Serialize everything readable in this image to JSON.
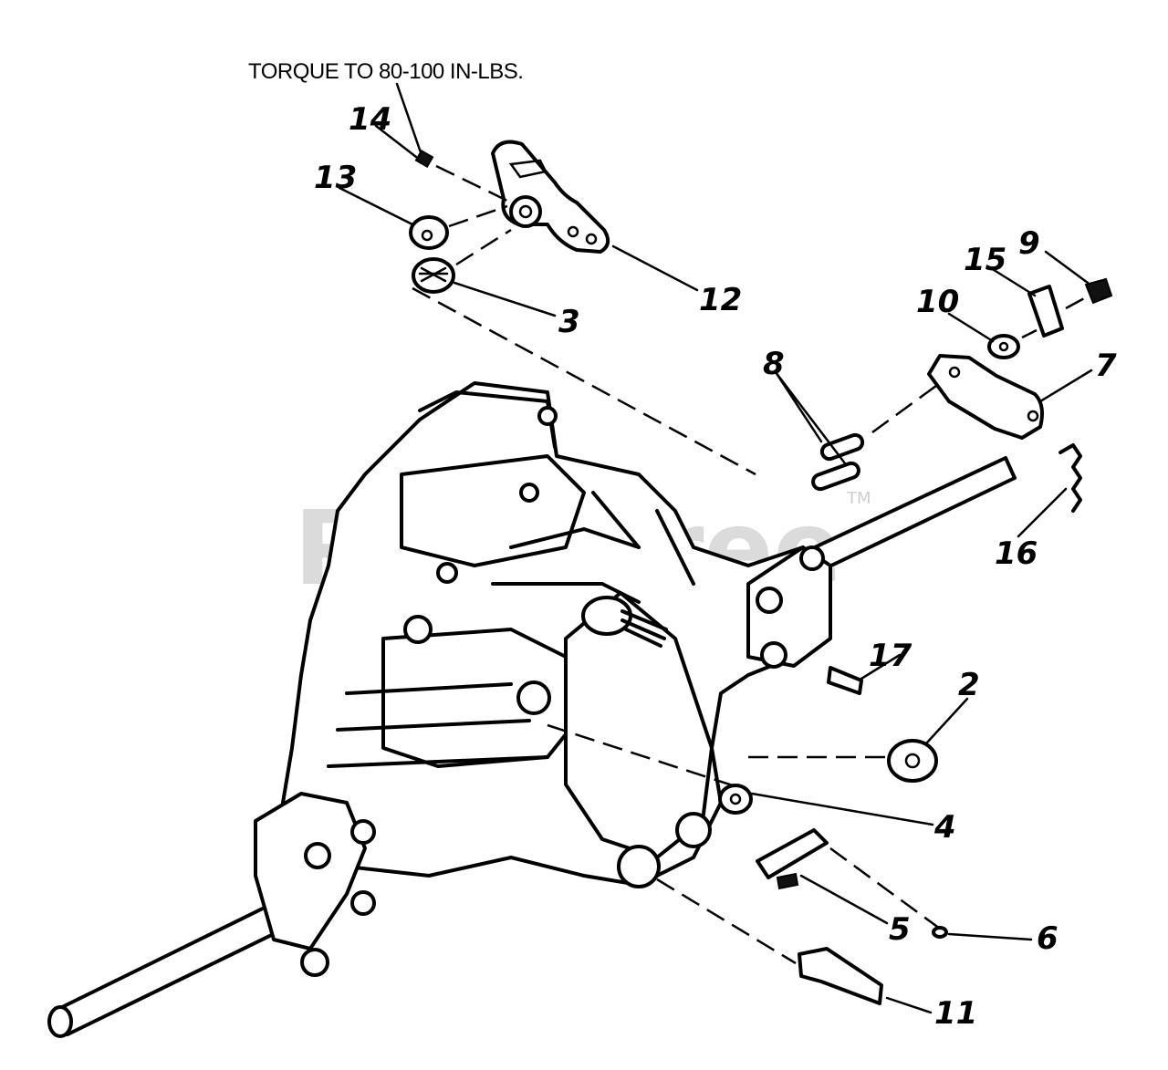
{
  "note": "TORQUE TO 80-100 IN-LBS.",
  "watermark": {
    "text": "PartsTree",
    "tm": "TM"
  },
  "callouts": [
    "14",
    "13",
    "12",
    "3",
    "15",
    "9",
    "10",
    "7",
    "8",
    "16",
    "17",
    "2",
    "4",
    "5",
    "6",
    "11"
  ],
  "colors": {
    "ink": "#000000",
    "background": "#ffffff",
    "watermark": "#cfcfcf"
  }
}
